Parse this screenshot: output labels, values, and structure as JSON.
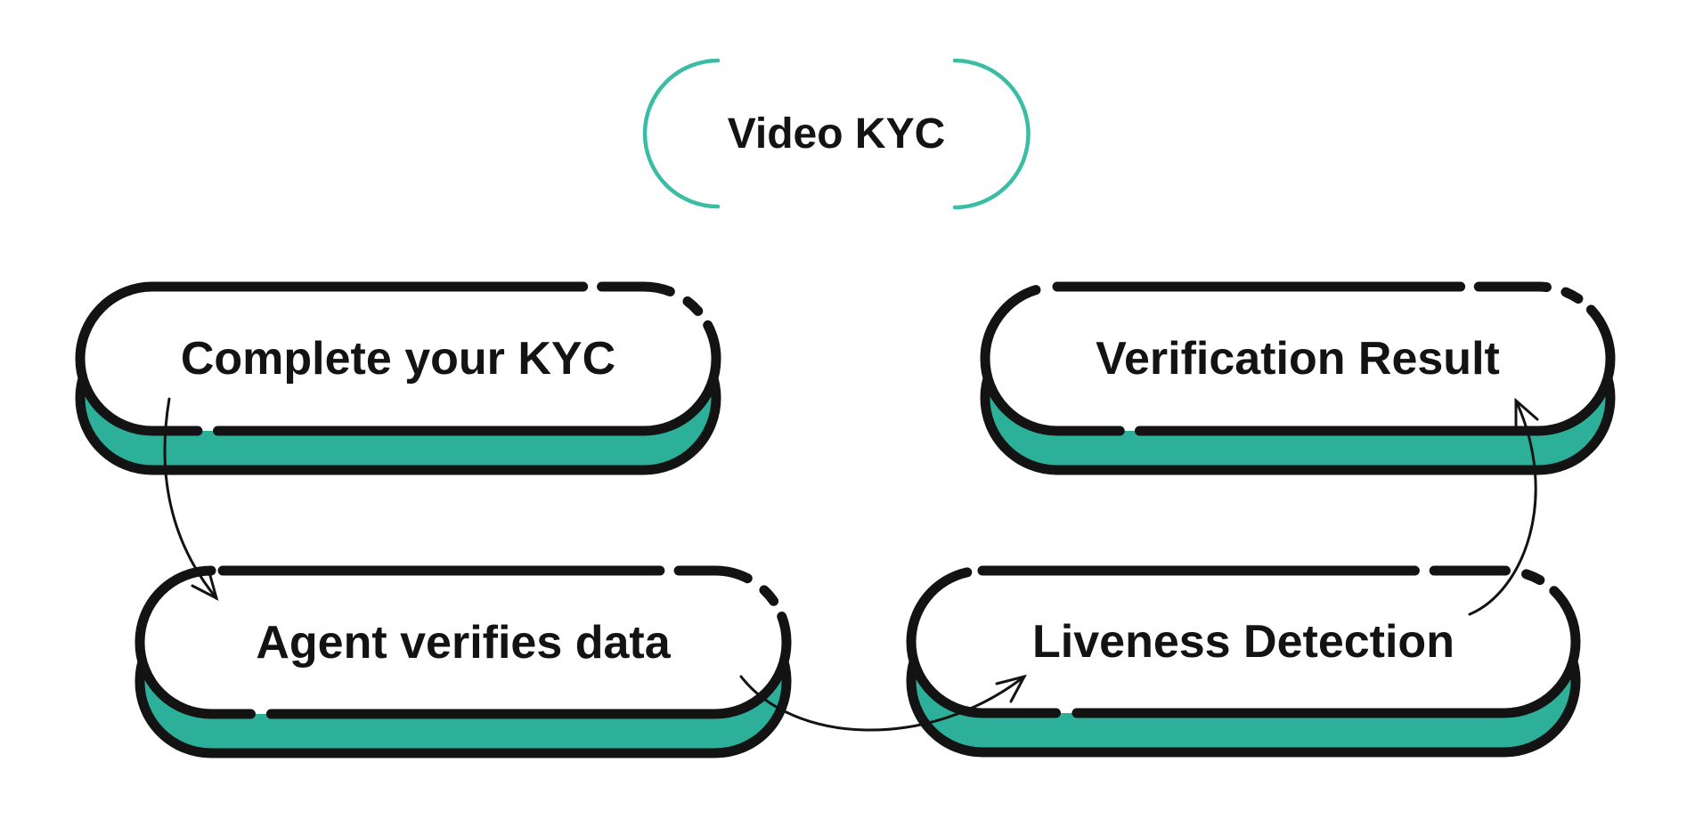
{
  "diagram": {
    "title": "Video KYC",
    "nodes": [
      {
        "id": "complete-kyc",
        "label": "Complete your KYC"
      },
      {
        "id": "verification-result",
        "label": "Verification Result"
      },
      {
        "id": "agent-verifies-data",
        "label": "Agent verifies data"
      },
      {
        "id": "liveness-detection",
        "label": "Liveness Detection"
      }
    ],
    "flow": [
      {
        "from": "Complete your KYC",
        "to": "Agent verifies data"
      },
      {
        "from": "Agent verifies data",
        "to": "Liveness Detection"
      },
      {
        "from": "Liveness Detection",
        "to": "Verification Result"
      }
    ],
    "colors": {
      "teal_fill": "#2CB09A",
      "arc_teal": "#3ABCA5",
      "outline": "#131313",
      "text": "#131313",
      "background": "#FFFFFF"
    }
  }
}
